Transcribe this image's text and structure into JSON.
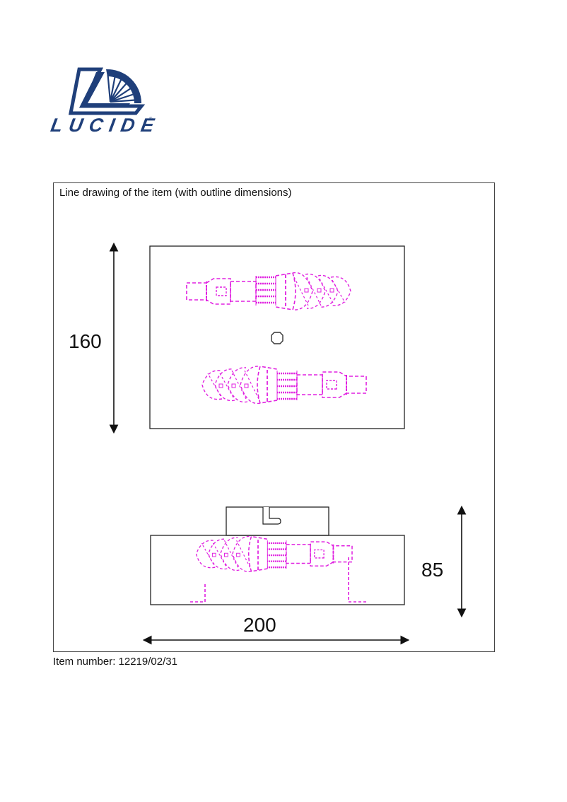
{
  "brand": {
    "name": "LUCIDE",
    "registered_mark": "®",
    "logo_color": "#1f3f7a"
  },
  "drawing_panel": {
    "title": "Line drawing of the item (with outline dimensions)",
    "dimensions": {
      "depth": "160",
      "height": "85",
      "width": "200"
    },
    "colors": {
      "outline": "#222222",
      "bulb_dashed": "#e020e0"
    },
    "views": [
      {
        "name": "top-view",
        "description": "Rectangular plate with two horizontal bulbs and a central fixing hole"
      },
      {
        "name": "side-view",
        "description": "Box with mounting bracket on top and one bulb visible"
      }
    ]
  },
  "footer": {
    "item_number": "Item number: 12219/02/31"
  }
}
